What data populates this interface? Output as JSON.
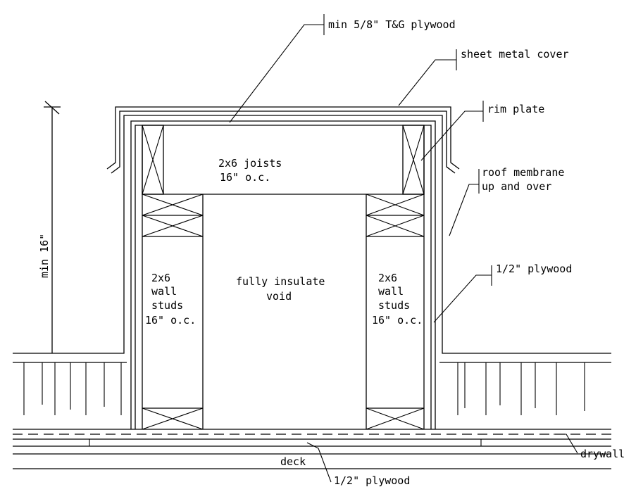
{
  "labels": {
    "plywood_top": "min 5/8\" T&G plywood",
    "sheet_metal": "sheet metal cover",
    "rim_plate": "rim plate",
    "membrane_line1": "roof membrane",
    "membrane_line2": "up and over",
    "plywood_side": "1/2\" plywood",
    "joists_line1": "2x6 joists",
    "joists_line2": "16\" o.c.",
    "studs_left_1": "2x6",
    "studs_left_2": "wall",
    "studs_left_3": "studs",
    "studs_left_4": "16\" o.c.",
    "studs_right_1": "2x6",
    "studs_right_2": "wall",
    "studs_right_3": "studs",
    "studs_right_4": "16\" o.c.",
    "void_line1": "fully insulate",
    "void_line2": "void",
    "min_height": "min 16\"",
    "deck": "deck",
    "drywall": "drywall",
    "plywood_bottom": "1/2\" plywood"
  }
}
